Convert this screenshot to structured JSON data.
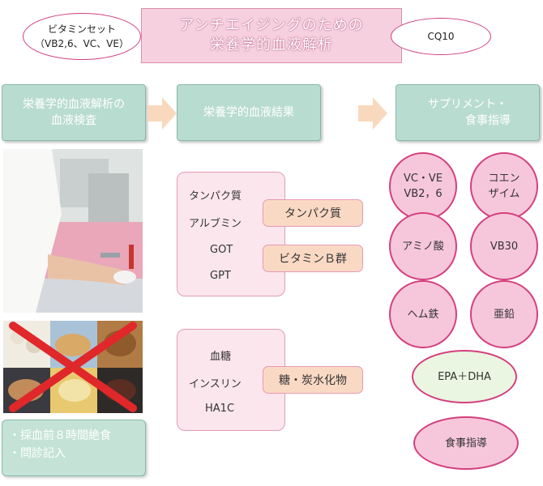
{
  "header": {
    "title_line1": "アンチエイジングのための",
    "title_line2": "栄養学的血液解析",
    "left_ellipse_line1": "ビタミンセット",
    "left_ellipse_line2": "（VB2,6、VC、VE）",
    "right_ellipse": "CQ10"
  },
  "steps": [
    {
      "line1": "栄養学的血液解析の",
      "line2": "血液検査"
    },
    {
      "line1": "栄養学的血液結果",
      "line2": ""
    },
    {
      "line1": "サプリメント・",
      "line2": "食事指導"
    }
  ],
  "panel1": {
    "items": [
      "タンパク質",
      "アルブミン",
      "GOT",
      "GPT"
    ],
    "tags": [
      "タンパク質",
      "ビタミンＢ群"
    ]
  },
  "panel2": {
    "items": [
      "血糖",
      "インスリン",
      "HA1C"
    ],
    "tags": [
      "糖・炭水化物"
    ]
  },
  "circles": [
    {
      "line1": "VC・VE",
      "line2": "VB2，6"
    },
    {
      "line1": "コエン",
      "line2": "ザイム"
    },
    {
      "line1": "アミノ酸",
      "line2": ""
    },
    {
      "line1": "VB30",
      "line2": ""
    },
    {
      "line1": "ヘム鉄",
      "line2": ""
    },
    {
      "line1": "亜鉛",
      "line2": ""
    },
    {
      "line1": "EPA＋DHA",
      "line2": ""
    },
    {
      "line1": "食事指導",
      "line2": ""
    }
  ],
  "note": {
    "line1": "・採血前８時間絶食",
    "line2": "・問診記入"
  },
  "colors": {
    "teal": "#b9dcd1",
    "pink_panel": "#fbe6ee",
    "pink_border": "#e59ab7",
    "magenta": "#d4407f",
    "peach_tag": "#fad9c4",
    "arrow": "#f9d9bd"
  }
}
